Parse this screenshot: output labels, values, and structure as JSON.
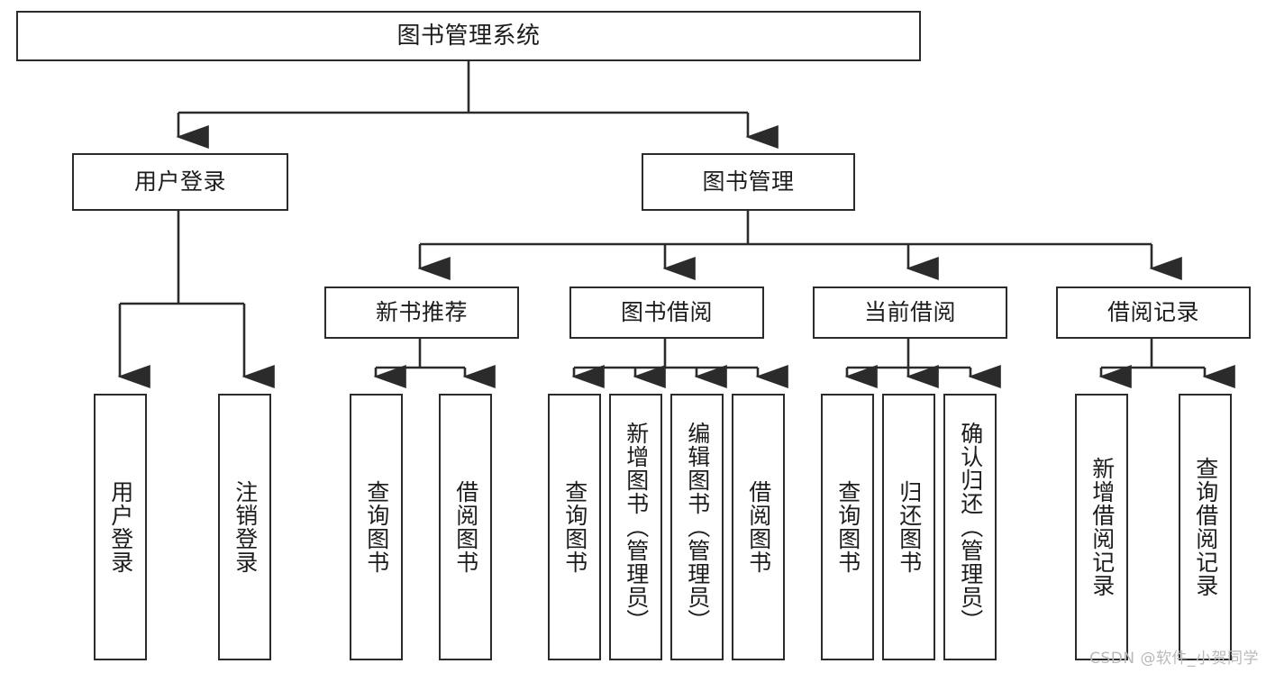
{
  "diagram": {
    "type": "hierarchy-tree",
    "title": "图书管理系统",
    "watermark": "CSDN @软件_小贺同学",
    "colors": {
      "stroke": "#2b2b2b",
      "fill": "#ffffff",
      "text": "#1c1c1c",
      "watermark": "#b9b9b9"
    },
    "root": {
      "label": "图书管理系统"
    },
    "level2": [
      {
        "label": "用户登录"
      },
      {
        "label": "图书管理"
      }
    ],
    "level3": [
      {
        "label": "新书推荐"
      },
      {
        "label": "图书借阅"
      },
      {
        "label": "当前借阅"
      },
      {
        "label": "借阅记录"
      }
    ],
    "leaves": {
      "user_login": [
        {
          "label": "用户登录"
        },
        {
          "label": "注销登录"
        }
      ],
      "new_book": [
        {
          "label": "查询图书"
        },
        {
          "label": "借阅图书"
        }
      ],
      "borrow_book": [
        {
          "label": "查询图书"
        },
        {
          "label": "新增图书（管理员）"
        },
        {
          "label": "编辑图书（管理员）"
        },
        {
          "label": "借阅图书"
        }
      ],
      "current_borrow": [
        {
          "label": "查询图书"
        },
        {
          "label": "归还图书"
        },
        {
          "label": "确认归还（管理员）"
        }
      ],
      "borrow_record": [
        {
          "label": "新增借阅记录"
        },
        {
          "label": "查询借阅记录"
        }
      ]
    }
  }
}
